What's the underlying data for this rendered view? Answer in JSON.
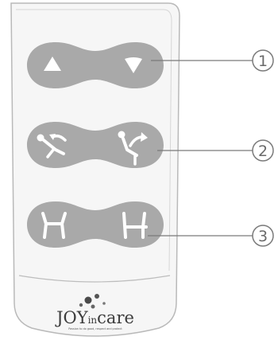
{
  "callouts": [
    {
      "number": "1"
    },
    {
      "number": "2"
    },
    {
      "number": "3"
    }
  ],
  "brand": {
    "name_prefix": "JOY",
    "name_middle": "in",
    "name_suffix": "care",
    "tagline": "Passion to do good, respect and protect"
  },
  "colors": {
    "remote_body": "#f6f6f6",
    "button_pad": "#a9a9a9",
    "button_icon": "#ffffff",
    "outline": "#b9b9b9",
    "callout": "#7a7a7a"
  }
}
